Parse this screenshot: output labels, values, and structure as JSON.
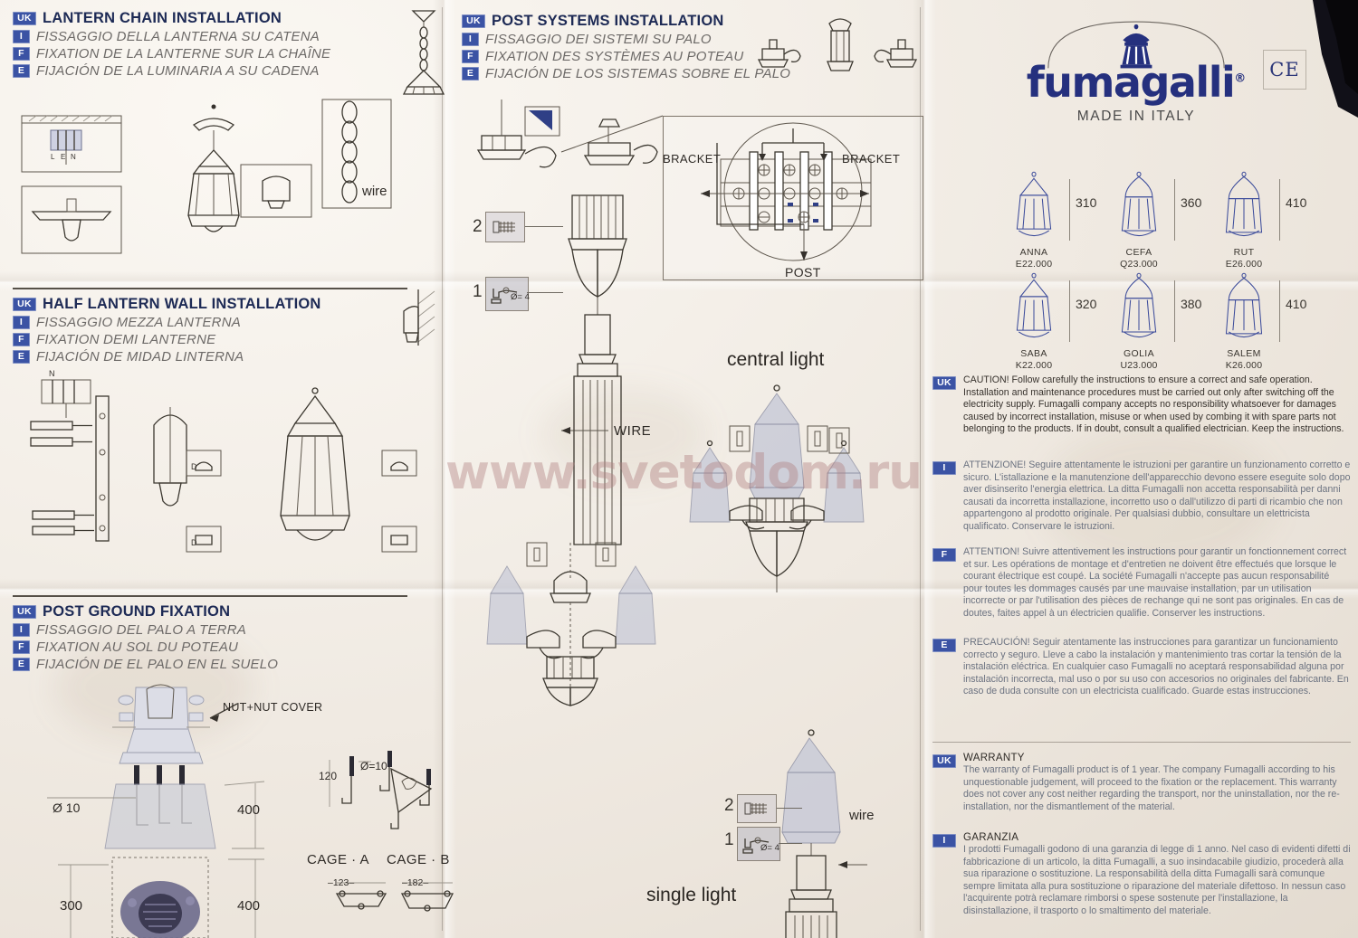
{
  "document": {
    "watermark": "www.svetodom.ru"
  },
  "sections": {
    "lantern_chain": {
      "flag_en": "UK",
      "title_en": "LANTERN CHAIN INSTALLATION",
      "flag_it": "I",
      "title_it": "FISSAGGIO DELLA LANTERNA SU CATENA",
      "flag_fr": "F",
      "title_fr": "FIXATION DE LA LANTERNE SUR LA CHAÎNE",
      "flag_es": "E",
      "title_es": "FIJACIÓN DE LA LUMINARIA A SU CADENA",
      "labels": {
        "wire": "wire",
        "terminal_l": "L",
        "terminal_e": "E",
        "terminal_n": "N"
      }
    },
    "half_lantern": {
      "flag_en": "UK",
      "title_en": "HALF LANTERN WALL INSTALLATION",
      "flag_it": "I",
      "title_it": "FISSAGGIO MEZZA LANTERNA",
      "flag_fr": "F",
      "title_fr": "FIXATION DEMI LANTERNE",
      "flag_es": "E",
      "title_es": "FIJACIÓN DE MIDAD LINTERNA",
      "labels": {
        "terminal_n": "N"
      }
    },
    "post_ground": {
      "flag_en": "UK",
      "title_en": "POST GROUND FIXATION",
      "flag_it": "I",
      "title_it": "FISSAGGIO DEL PALO A TERRA",
      "flag_fr": "F",
      "title_fr": "FIXATION AU SOL DU POTEAU",
      "flag_es": "E",
      "title_es": "FIJACIÓN DE EL PALO EN EL SUELO",
      "labels": {
        "nut_nut_cover": "NUT+NUT COVER",
        "diameter": "Ø 10",
        "dim_right_top": "400",
        "dim_left_bottom": "300",
        "dim_right_bottom": "400",
        "anchor_length": "120",
        "anchor_diameter": "Ø=10",
        "cage_a": "CAGE · A",
        "cage_b": "CAGE · B",
        "cage_a_width": "123",
        "cage_b_width": "182"
      }
    },
    "post_systems": {
      "flag_en": "UK",
      "title_en": "POST SYSTEMS INSTALLATION",
      "flag_it": "I",
      "title_it": "FISSAGGIO DEI SISTEMI SU PALO",
      "flag_fr": "F",
      "title_fr": "FIXATION DES SYSTÈMES AU POTEAU",
      "flag_es": "E",
      "title_es": "FIJACIÓN DE LOS SISTEMAS SOBRE EL PALO",
      "labels": {
        "bracket_left": "BRACKET",
        "bracket_right": "BRACKET",
        "post": "POST",
        "central_light": "central light",
        "single_light": "single light",
        "wire_upper": "WIRE",
        "wire_lower": "wire",
        "step1": "1",
        "step2": "2",
        "drill_diameter": "Ø= 4"
      }
    }
  },
  "brand": {
    "name": "fumagalli",
    "registered": "®",
    "made_in": "MADE IN ITALY",
    "ce_mark": "CE",
    "logo_color": "#25307e"
  },
  "products": [
    {
      "name": "ANNA",
      "code": "E22.000",
      "height": "310"
    },
    {
      "name": "CEFA",
      "code": "Q23.000",
      "height": "360"
    },
    {
      "name": "RUT",
      "code": "E26.000",
      "height": "410"
    },
    {
      "name": "SABA",
      "code": "K22.000",
      "height": "320"
    },
    {
      "name": "GOLIA",
      "code": "U23.000",
      "height": "380"
    },
    {
      "name": "SALEM",
      "code": "K26.000",
      "height": "410"
    }
  ],
  "notices": [
    {
      "flag": "UK",
      "text": "CAUTION! Follow carefully the instructions to ensure a correct and safe operation. Installation and maintenance procedures must be carried out only after switching off the electricity supply. Fumagalli company accepts no responsibility whatsoever for damages caused by incorrect installation, misuse or when used by combing it with spare parts not belonging to the products. If in doubt, consult a qualified electrician. Keep the instructions."
    },
    {
      "flag": "I",
      "text": "ATTENZIONE! Seguire attentamente le istruzioni per garantire un funzionamento corretto e sicuro. L'istallazione e la manutenzione dell'apparecchio devono essere eseguite solo dopo aver disinserito l'energia elettrica. La ditta Fumagalli non accetta responsabilità per danni causati da incorretta installazione, incorretto uso o dall'utilizzo di parti di ricambio che non appartengono al prodotto originale. Per qualsiasi dubbio, consultare un elettricista qualificato. Conservare le istruzioni."
    },
    {
      "flag": "F",
      "text": "ATTENTION! Suivre attentivement les instructions pour garantir un fonctionnement correct et sur. Les opérations de montage et d'entretien ne doivent être effectués que lorsque le courant électrique est coupé. La société Fumagalli n'accepte pas aucun responsabilité pour toutes les dommages causés par une mauvaise installation, par un utilisation incorrecte or par l'utilisation des pièces de rechange qui ne sont pas originales. En cas de doutes, faites appel à un électricien qualifie. Conserver les instructions."
    },
    {
      "flag": "E",
      "text": "PRECAUCIÓN! Seguir atentamente las instrucciones para garantizar un funcionamiento correcto y seguro. Lleve a cabo la instalación y mantenimiento tras cortar la tensión de la instalación eléctrica. En cualquier caso Fumagalli no aceptará responsabilidad alguna por instalación incorrecta, mal uso o por su uso con accesorios no originales del fabricante. En caso de duda consulte con un electricista cualificado. Guarde estas instrucciones."
    }
  ],
  "warranty": [
    {
      "flag": "UK",
      "heading": "WARRANTY",
      "text": "The warranty of Fumagalli product is of 1 year. The company Fumagalli according to his unquestionable judgement, will proceed to the fixation or the replacement. This warranty does not cover any cost neither regarding the transport, nor the uninstallation, nor the re-installation, nor the dismantlement of the material."
    },
    {
      "flag": "I",
      "heading": "GARANZIA",
      "text": "I prodotti Fumagalli godono di una garanzia di legge di 1 anno. Nel caso di evidenti difetti di fabbricazione di un articolo, la ditta Fumagalli, a suo insindacabile giudizio, procederà alla sua riparazione o sostituzione. La responsabilità della ditta Fumagalli sarà comunque sempre limitata alla pura sostituzione o riparazione del materiale difettoso. In nessun caso l'acquirente potrà reclamare rimborsi o spese sostenute per l'installazione, la disinstallazione, il trasporto o lo smaltimento del materiale."
    }
  ]
}
